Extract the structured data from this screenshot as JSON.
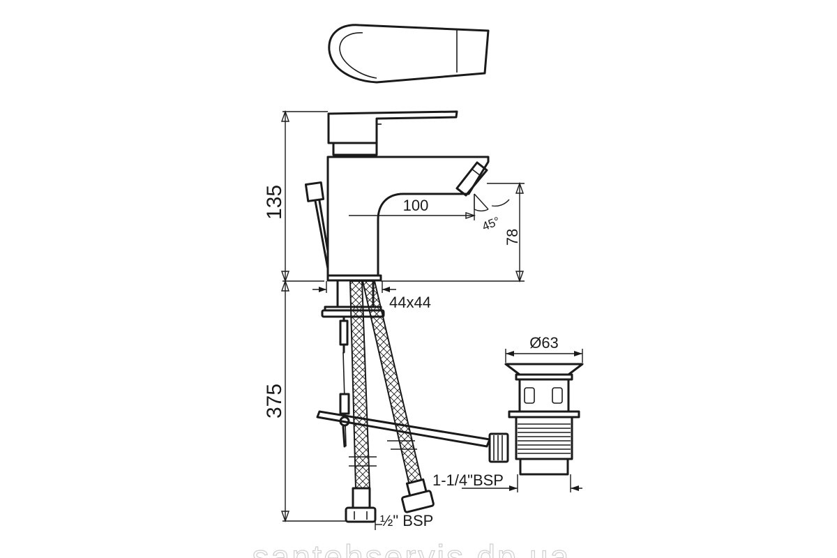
{
  "dimensions": {
    "height_upper": "135",
    "height_lower": "375",
    "spout_reach": "100",
    "spout_height": "78",
    "spout_angle": "45°",
    "base_size": "44x44",
    "drain_diameter": "Ø63",
    "drain_thread": "1-1/4\"BSP",
    "hose_thread": "½\" BSP"
  },
  "watermark": "santehservis.dp.ua"
}
